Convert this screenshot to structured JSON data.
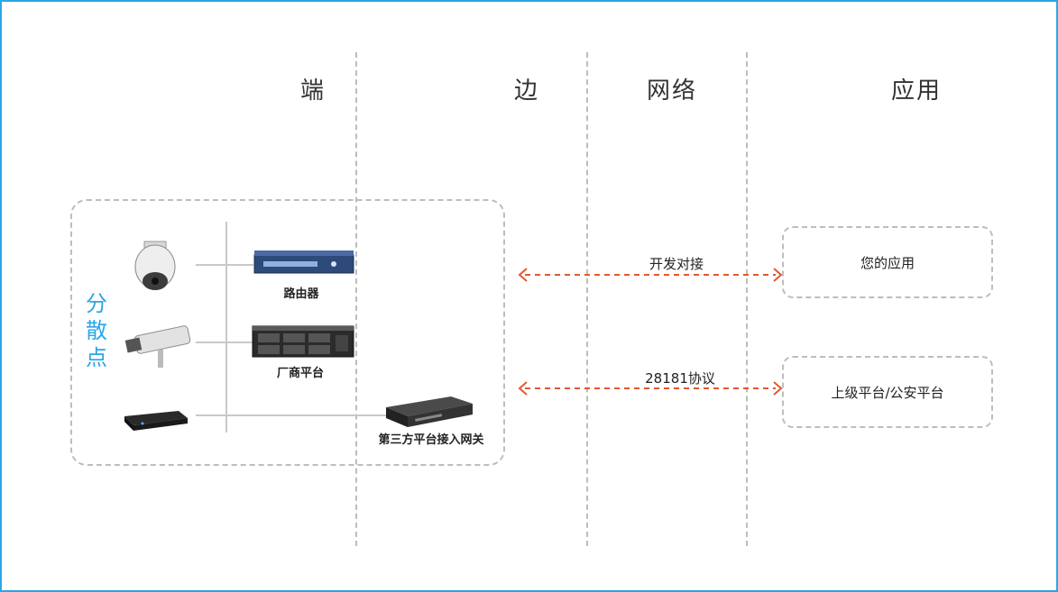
{
  "columns": {
    "terminal": "端",
    "edge": "边",
    "network": "网络",
    "application": "应用"
  },
  "cluster_label": "分散点",
  "devices": {
    "router": "路由器",
    "vendor_platform": "厂商平台",
    "gateway": "第三方平台接入网关"
  },
  "links": {
    "open_api": "开发对接",
    "protocol": "28181协议"
  },
  "apps": {
    "your_app": "您的应用",
    "upper_platform": "上级平台/公安平台"
  },
  "colors": {
    "frame": "#2aa6e6",
    "accent": "#2aa6e6",
    "arrow": "#e4572e",
    "divider": "#bdbdbd"
  }
}
